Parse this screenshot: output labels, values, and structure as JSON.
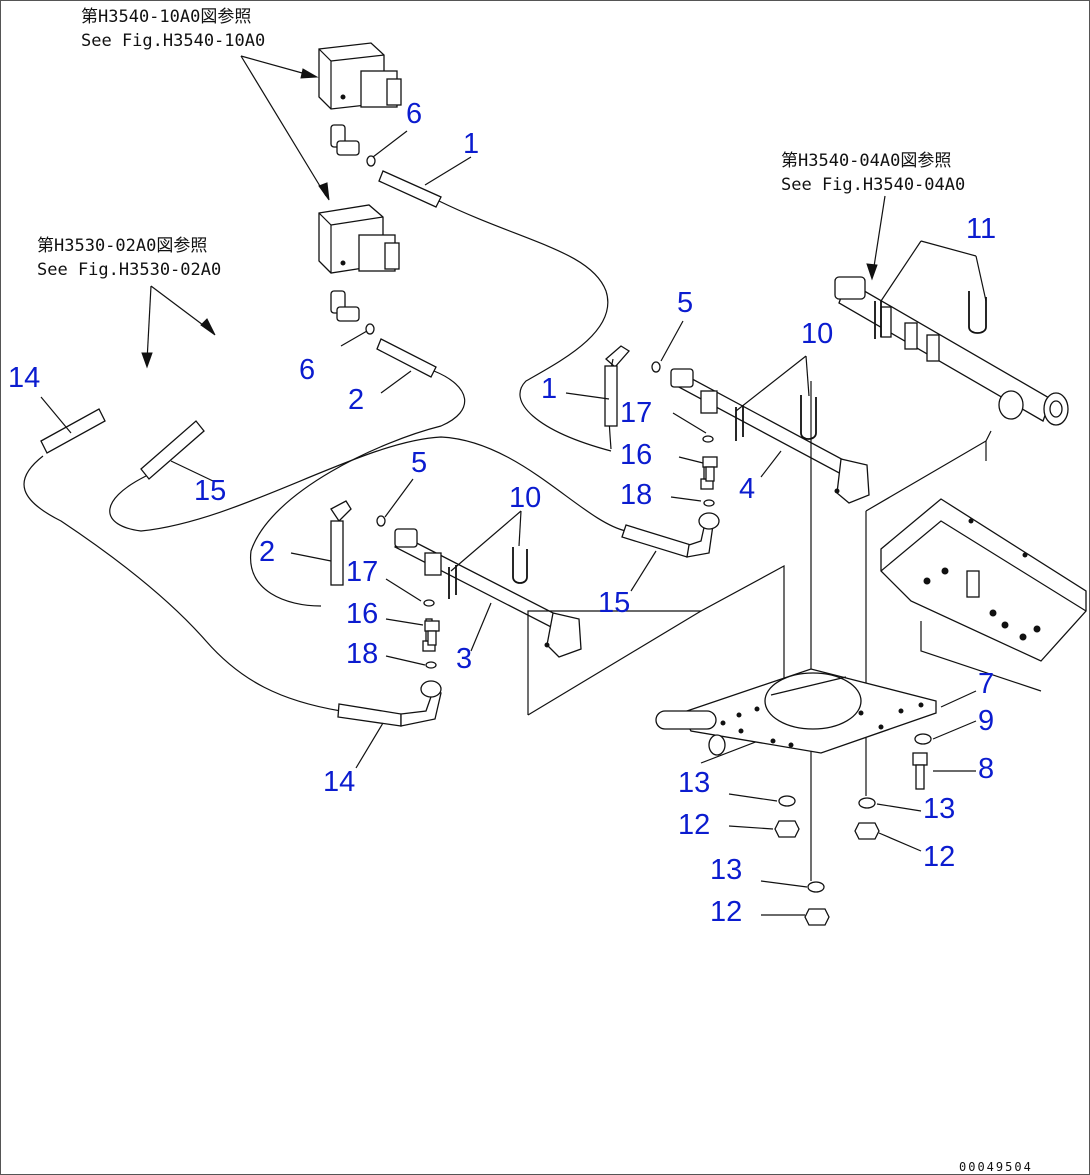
{
  "references": [
    {
      "id": "ref-h3540-10a0",
      "jp": "第H3540-10A0図参照",
      "en": "See Fig.H3540-10A0"
    },
    {
      "id": "ref-h3540-04a0",
      "jp": "第H3540-04A0図参照",
      "en": "See Fig.H3540-04A0"
    },
    {
      "id": "ref-h3530-02a0",
      "jp": "第H3530-02A0図参照",
      "en": "See Fig.H3530-02A0"
    }
  ],
  "callouts": [
    {
      "label": "6"
    },
    {
      "label": "1"
    },
    {
      "label": "11"
    },
    {
      "label": "5"
    },
    {
      "label": "10"
    },
    {
      "label": "6"
    },
    {
      "label": "2"
    },
    {
      "label": "14"
    },
    {
      "label": "1"
    },
    {
      "label": "17"
    },
    {
      "label": "16"
    },
    {
      "label": "4"
    },
    {
      "label": "18"
    },
    {
      "label": "15"
    },
    {
      "label": "5"
    },
    {
      "label": "10"
    },
    {
      "label": "2"
    },
    {
      "label": "17"
    },
    {
      "label": "16"
    },
    {
      "label": "15"
    },
    {
      "label": "18"
    },
    {
      "label": "3"
    },
    {
      "label": "7"
    },
    {
      "label": "9"
    },
    {
      "label": "8"
    },
    {
      "label": "14"
    },
    {
      "label": "13"
    },
    {
      "label": "12"
    },
    {
      "label": "13"
    },
    {
      "label": "12"
    },
    {
      "label": "13"
    },
    {
      "label": "12"
    }
  ],
  "drawing_code": "00049504",
  "colors": {
    "callout": "#0b1ccf",
    "line": "#111111",
    "background": "#ffffff"
  }
}
